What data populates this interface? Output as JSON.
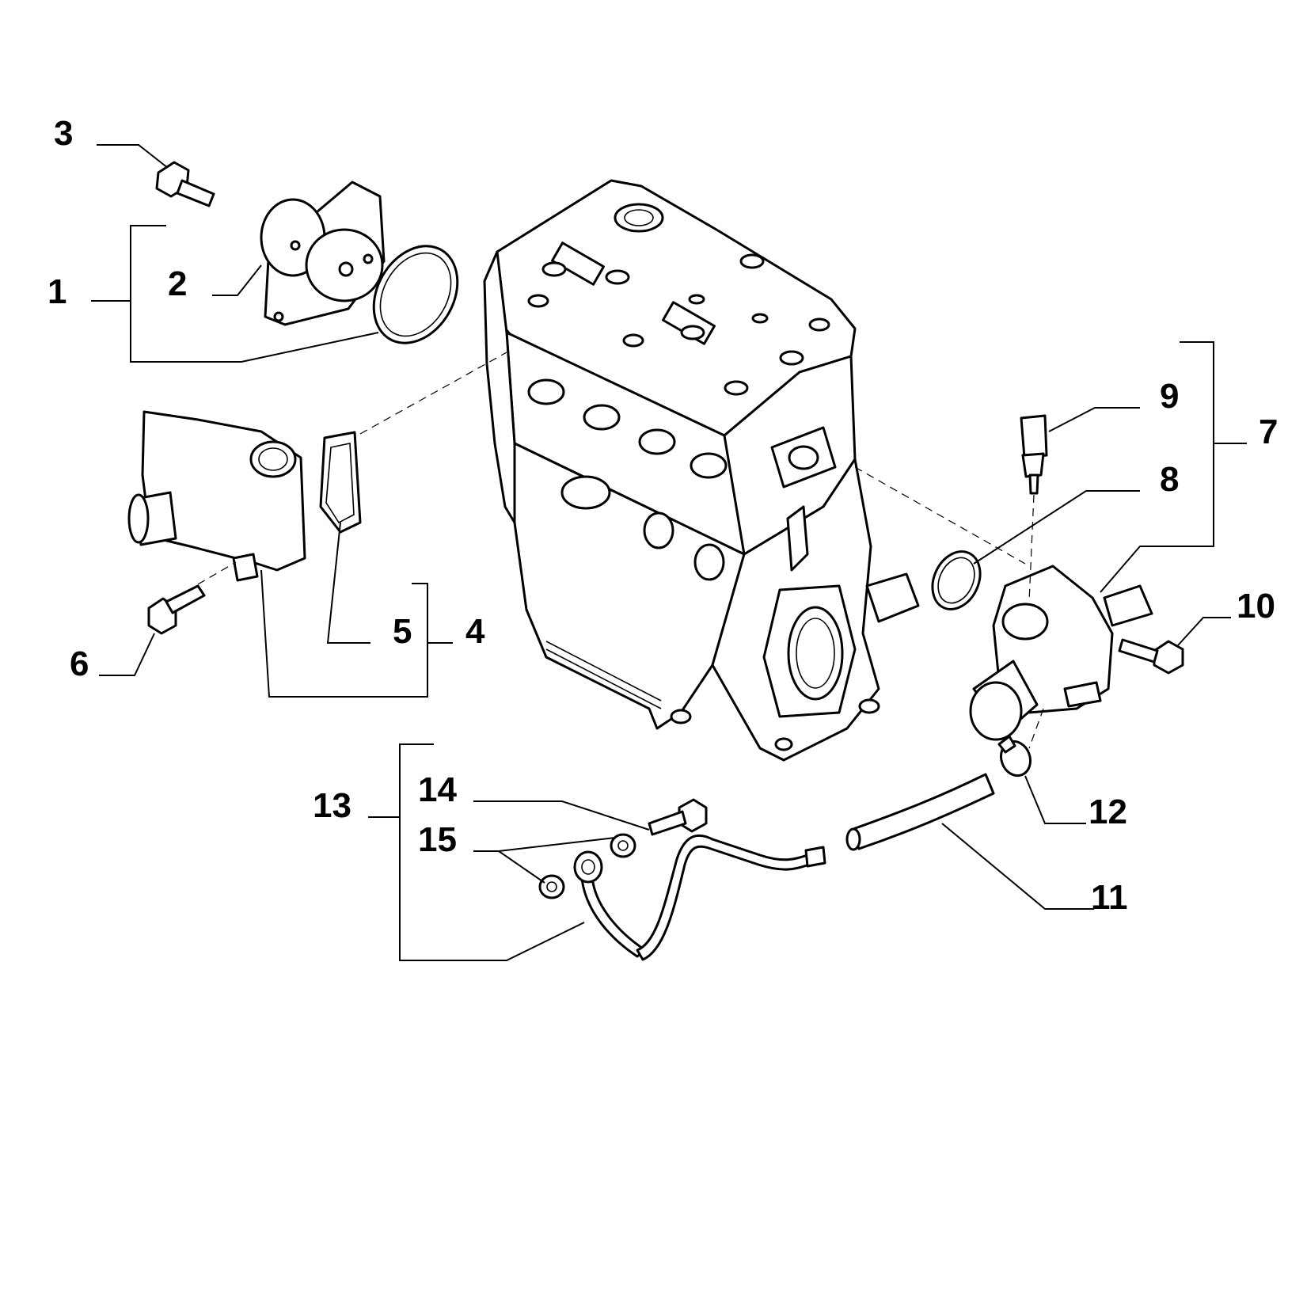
{
  "colors": {
    "line": "#000000",
    "background": "#ffffff"
  },
  "callouts": [
    {
      "id": "1",
      "label": "1"
    },
    {
      "id": "2",
      "label": "2"
    },
    {
      "id": "3",
      "label": "3"
    },
    {
      "id": "4",
      "label": "4"
    },
    {
      "id": "5",
      "label": "5"
    },
    {
      "id": "6",
      "label": "6"
    },
    {
      "id": "7",
      "label": "7"
    },
    {
      "id": "8",
      "label": "8"
    },
    {
      "id": "9",
      "label": "9"
    },
    {
      "id": "10",
      "label": "10"
    },
    {
      "id": "11",
      "label": "11"
    },
    {
      "id": "12",
      "label": "12"
    },
    {
      "id": "13",
      "label": "13"
    },
    {
      "id": "14",
      "label": "14"
    },
    {
      "id": "15",
      "label": "15"
    }
  ]
}
